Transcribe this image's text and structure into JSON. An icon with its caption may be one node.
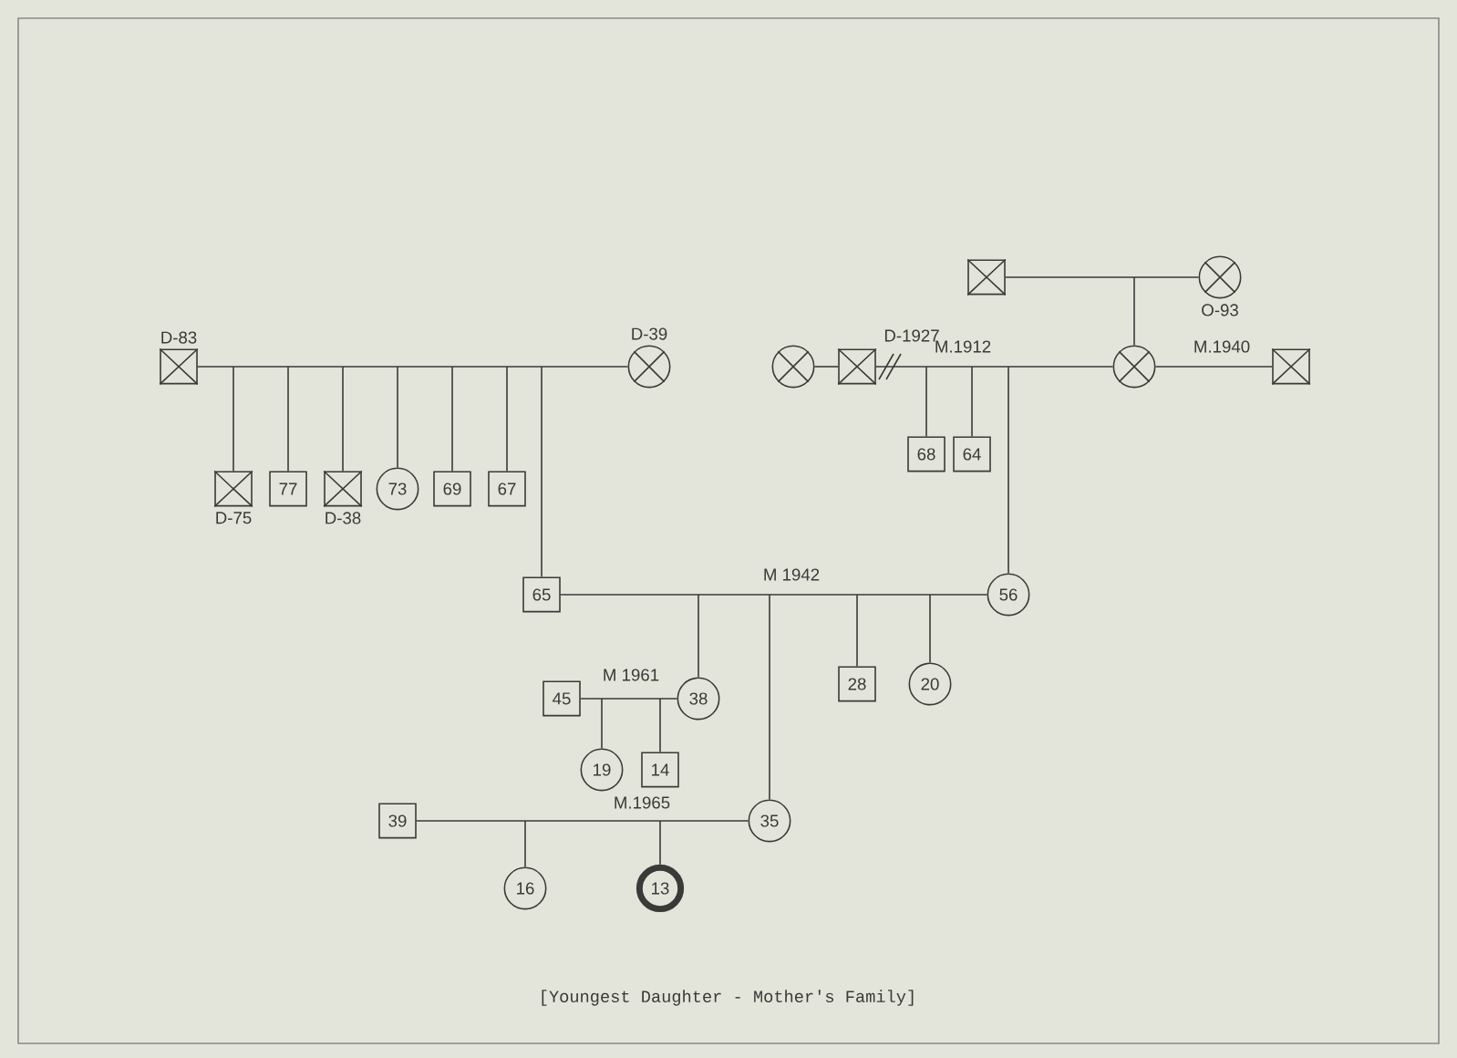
{
  "diagram": {
    "caption": "[Youngest Daughter - Mother's Family]",
    "nodes": [
      {
        "text": [],
        "shape": "box"
      },
      {
        "text": [],
        "shape": "circle",
        "beside": [
          "O-93"
        ]
      },
      {
        "text": [],
        "shape": "box",
        "beside": [
          "D-83"
        ]
      },
      {
        "text": [],
        "shape": "circle",
        "beside": [
          "D-39"
        ]
      },
      {
        "text": [],
        "shape": "circle"
      },
      {
        "text": [],
        "shape": "box"
      },
      {
        "text": [],
        "shape": "circle"
      },
      {
        "text": [],
        "shape": "box"
      },
      {
        "text": [],
        "shape": "box",
        "beside": [
          "D-75"
        ]
      },
      {
        "text": [
          "77"
        ]
      },
      {
        "text": [],
        "shape": "box",
        "beside": [
          "D-38"
        ]
      },
      {
        "text": [
          "73"
        ]
      },
      {
        "text": [
          "69"
        ]
      },
      {
        "text": [
          "67"
        ]
      },
      {
        "text": [
          "68"
        ]
      },
      {
        "text": [
          "64"
        ]
      },
      {
        "text": [
          "65"
        ]
      },
      {
        "text": [
          "56"
        ]
      },
      {
        "text": [
          "45"
        ]
      },
      {
        "text": [
          "38"
        ]
      },
      {
        "text": [
          "28"
        ]
      },
      {
        "text": [
          "20"
        ]
      },
      {
        "text": [
          "19"
        ]
      },
      {
        "text": [
          "14"
        ]
      },
      {
        "text": [
          "39"
        ]
      },
      {
        "text": [
          "35"
        ]
      },
      {
        "text": [
          "16"
        ]
      },
      {
        "text": [
          "13"
        ]
      }
    ],
    "edges": [
      {
        "from": 0,
        "to": 1,
        "arrow": "none"
      },
      {
        "from": null,
        "to": 6,
        "arrow": "none"
      },
      {
        "from": 2,
        "to": 3,
        "arrow": "none"
      },
      {
        "from": 4,
        "to": 5,
        "arrow": "none"
      },
      {
        "from": 5,
        "to": 6,
        "arrow": "none",
        "label": "M.1912"
      },
      {
        "from": 6,
        "to": 7,
        "arrow": "none",
        "label": "M.1940"
      },
      {
        "from": null,
        "to": 8,
        "arrow": "none"
      },
      {
        "from": null,
        "to": 9,
        "arrow": "none"
      },
      {
        "from": null,
        "to": 10,
        "arrow": "none"
      },
      {
        "from": null,
        "to": 11,
        "arrow": "none"
      },
      {
        "from": null,
        "to": 12,
        "arrow": "none"
      },
      {
        "from": null,
        "to": 13,
        "arrow": "none"
      },
      {
        "from": null,
        "to": 16,
        "arrow": "none"
      },
      {
        "from": null,
        "to": 14,
        "arrow": "none"
      },
      {
        "from": null,
        "to": 15,
        "arrow": "none"
      },
      {
        "from": null,
        "to": 17,
        "arrow": "none"
      },
      {
        "from": 16,
        "to": 17,
        "arrow": "none",
        "label": "M 1942"
      },
      {
        "from": null,
        "to": 19,
        "arrow": "none"
      },
      {
        "from": null,
        "to": 25,
        "arrow": "none"
      },
      {
        "from": null,
        "to": 20,
        "arrow": "none"
      },
      {
        "from": null,
        "to": 21,
        "arrow": "none"
      },
      {
        "from": 18,
        "to": 19,
        "arrow": "none",
        "label": "M 1961"
      },
      {
        "from": 18,
        "to": 22,
        "arrow": "none"
      },
      {
        "from": 19,
        "to": 23,
        "arrow": "none"
      },
      {
        "from": 24,
        "to": 25,
        "arrow": "none",
        "label": "M.1965"
      },
      {
        "from": null,
        "to": 26,
        "arrow": "none"
      },
      {
        "from": null,
        "to": 27,
        "arrow": "none"
      }
    ],
    "labels": [
      "D-1927"
    ]
  }
}
